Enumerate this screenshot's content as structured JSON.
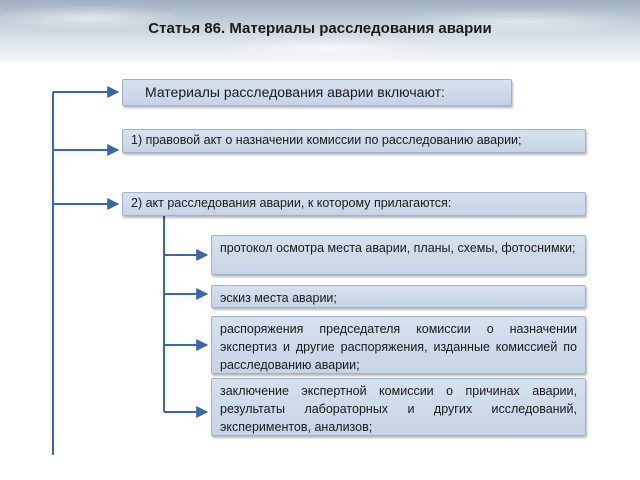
{
  "title": "Статья 86. Материалы расследования аварии",
  "main_box": "Материалы расследования аварии включают:",
  "item1": "1) правовой акт о назначении комиссии по расследованию аварии;",
  "item2": "2) акт расследования аварии, к которому прилагаются:",
  "sub_items": [
    "протокол осмотра места аварии, планы, схемы, фотоснимки;",
    "эскиз места аварии;",
    "распоряжения председателя комиссии о назначении экспертиз и другие распоряжения, изданные комиссией по расследованию аварии;",
    "заключение экспертной комиссии о причинах аварии, результаты лабораторных и других исследований, экспериментов, анализов;"
  ],
  "colors": {
    "box_fill": "#cdd9e9",
    "box_border": "#9fb3cc",
    "connector": "#3b66a8"
  }
}
